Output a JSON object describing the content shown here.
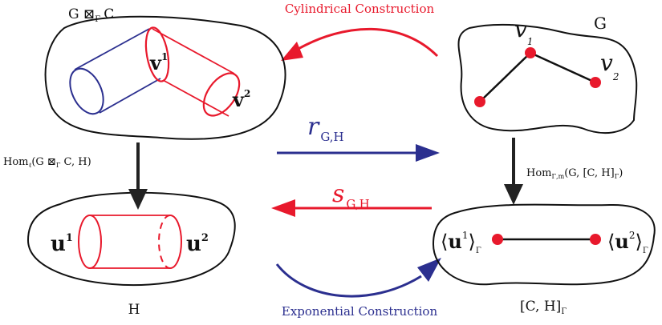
{
  "top_arrow": {
    "label": "Cylindrical Construction",
    "color": "#e8192c"
  },
  "bottom_arrow": {
    "label": "Exponential Construction",
    "color": "#2b2f8f"
  },
  "top_left_blob": {
    "label": "G ⊠",
    "label_sub": "Γ",
    "label_tail": "C",
    "v1": "v",
    "v1_sup": "1",
    "v2": "v",
    "v2_sup": "2"
  },
  "top_right_blob": {
    "label": "G",
    "v1": "v",
    "v1_sub": "1",
    "v2": "v",
    "v2_sub": "2"
  },
  "bottom_left_blob": {
    "label": "H",
    "u1": "u",
    "u1_sup": "1",
    "u2": "u",
    "u2_sup": "2"
  },
  "bottom_right_blob": {
    "label": "[C, H]",
    "label_sub": "Γ",
    "u1_open": "⟨",
    "u1": "u",
    "u1_sup": "1",
    "u1_close": "⟩",
    "u1_sub": "Γ",
    "u2_open": "⟨",
    "u2": "u",
    "u2_sup": "2",
    "u2_close": "⟩",
    "u2_sub": "Γ"
  },
  "left_down_arrow": {
    "label": "Hom",
    "label_sub": "ℓ",
    "label_args": "(G ⊠",
    "label_args_sub": "Γ",
    "label_args_tail": " C, H)"
  },
  "right_down_arrow": {
    "label": "Hom",
    "label_sub": "Γ,m",
    "label_args": "(G, [C, H]",
    "label_args_sub": "Γ",
    "label_args_tail": ")"
  },
  "r_arrow": {
    "label": "r",
    "label_sub": "G,H",
    "color": "#2b2f8f"
  },
  "s_arrow": {
    "label": "s",
    "label_sub": "G,H",
    "color": "#e8192c"
  }
}
